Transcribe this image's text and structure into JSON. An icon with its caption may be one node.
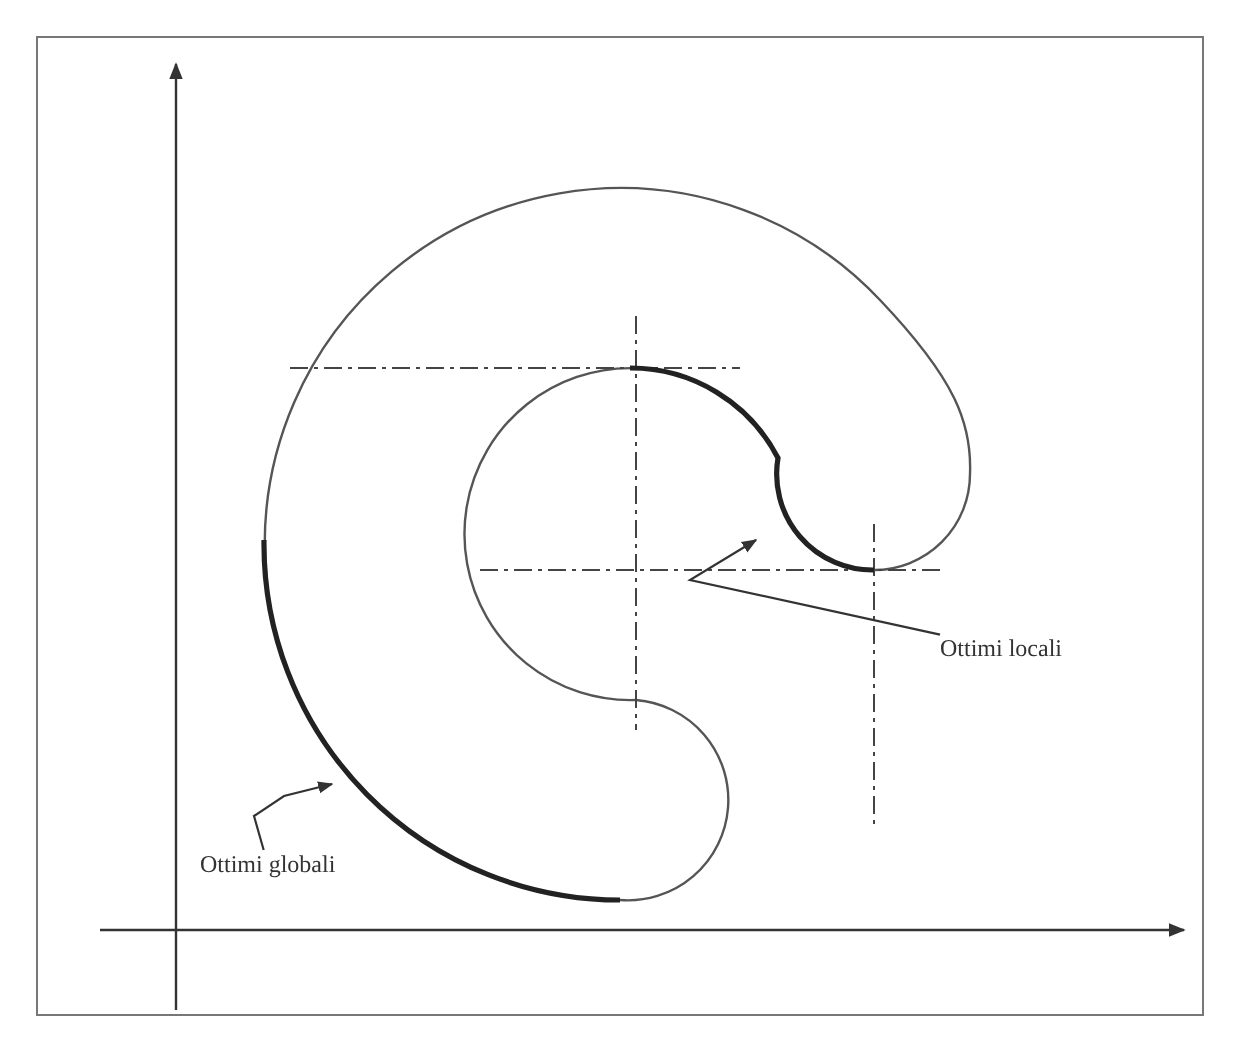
{
  "diagram": {
    "nodes": [
      {
        "text": [
          "Ottimi locali"
        ]
      },
      {
        "text": [],
        "shape": "curve"
      },
      {
        "text": [
          "Ottimi globali"
        ]
      },
      {
        "text": [],
        "shape": "curve"
      }
    ],
    "edges": [
      {
        "from": 0,
        "to": 1,
        "arrow": "to"
      },
      {
        "from": 2,
        "to": 3,
        "arrow": "to"
      }
    ]
  }
}
